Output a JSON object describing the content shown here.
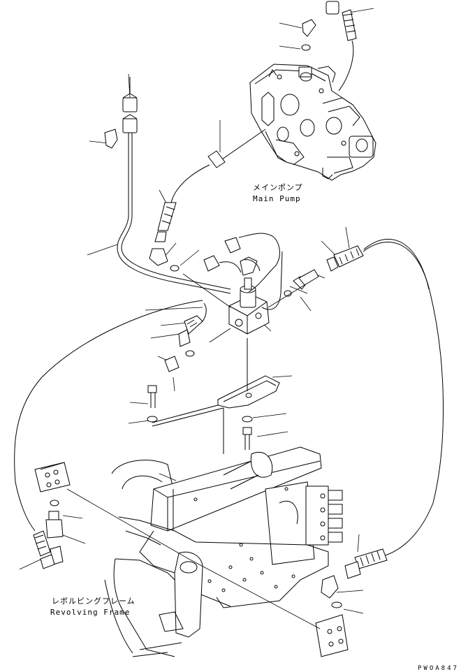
{
  "labels": {
    "main_pump_jp": "メインポンプ",
    "main_pump_en": "Main Pump",
    "revolving_frame_jp": "レボルビングフレーム",
    "revolving_frame_en": "Revolving Frame",
    "drawing_code": "PWOA847"
  }
}
